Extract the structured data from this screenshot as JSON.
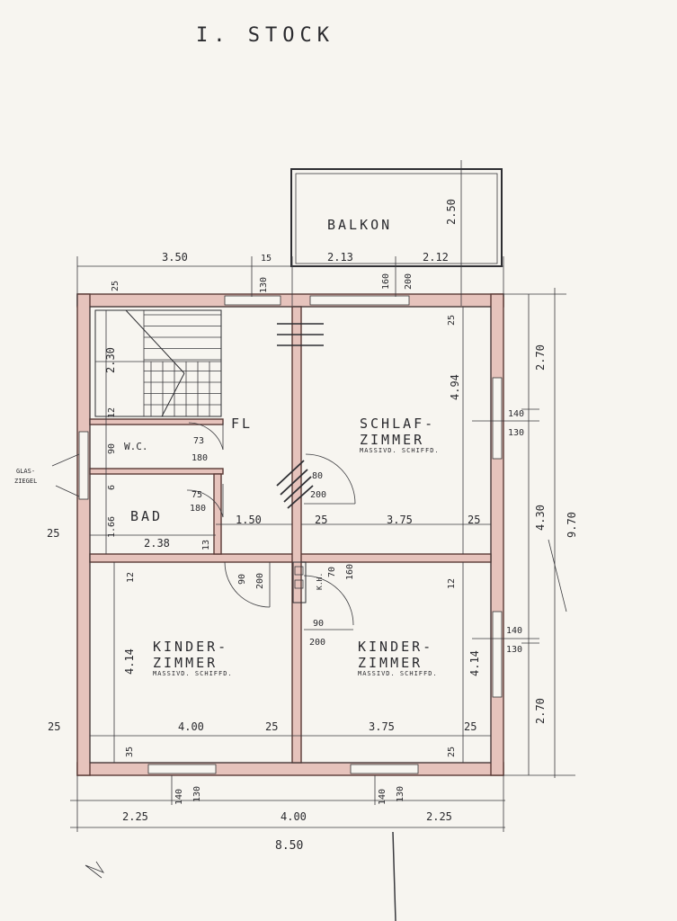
{
  "title": "I. STOCK",
  "rooms": {
    "balkon": "BALKON",
    "schlaf_1": "SCHLAF-",
    "schlaf_2": "ZIMMER",
    "schlaf_sub": "MASSIVD. SCHIFFD.",
    "kinder_l1": "KINDER-",
    "kinder_l2": "ZIMMER",
    "kinder_lsub": "MASSIVD. SCHIFFD.",
    "kinder_r1": "KINDER-",
    "kinder_r2": "ZIMMER",
    "kinder_rsub": "MASSIVD. SCHIFFD.",
    "bad": "BAD",
    "wc": "W.C.",
    "flur": "FL",
    "kamin": "K.H."
  },
  "side_note": {
    "line1": "GLAS-",
    "line2": "ZIEGEL"
  },
  "dimensions": {
    "top_left_width": "3.50",
    "top_wall": "15",
    "top_mid": "2.13",
    "top_right": "2.12",
    "balcony_depth": "2.50",
    "window_top_left": "130",
    "win_top_a": "160",
    "win_top_b": "200",
    "wall_25_tl": "25",
    "stair_len": "2.30",
    "stair_12": "12",
    "wc_90": "90",
    "bad_6": "6",
    "bad_166": "1.66",
    "wc_door_73": "73",
    "wc_door_180": "180",
    "bad_door_75": "75",
    "bad_door_180": "180",
    "bad_width": "2.38",
    "bad_13": "13",
    "flur_width": "1.50",
    "wall_25_bad": "25",
    "schlaf_height": "4.94",
    "schlaf_25_top": "25",
    "schlaf_door_80": "80",
    "schlaf_door_200": "200",
    "schlaf_25_l": "25",
    "schlaf_width": "3.75",
    "schlaf_25_r": "25",
    "win_r1_a": "140",
    "win_r1_b": "130",
    "right_270_top": "2.70",
    "right_430": "4.30",
    "right_total": "9.70",
    "right_270_bot": "2.70",
    "kl_12": "12",
    "kl_door_90": "90",
    "kl_door_200": "200",
    "kamin_70": "70",
    "kamin_160": "160",
    "kr_12": "12",
    "kr_door_90": "90",
    "kr_door_200": "200",
    "kl_height": "4.14",
    "kr_height": "4.14",
    "win_r2_a": "140",
    "win_r2_b": "130",
    "bot_25_l": "25",
    "kl_width": "4.00",
    "bot_25_m": "25",
    "kr_width": "3.75",
    "bot_25_r": "25",
    "kl_35": "35",
    "kr_25": "25",
    "win_b1_a": "140",
    "win_b1_b": "130",
    "win_b2_a": "140",
    "win_b2_b": "130",
    "bot_left": "2.25",
    "bot_mid": "4.00",
    "bot_right": "2.25",
    "bot_total": "8.50"
  }
}
